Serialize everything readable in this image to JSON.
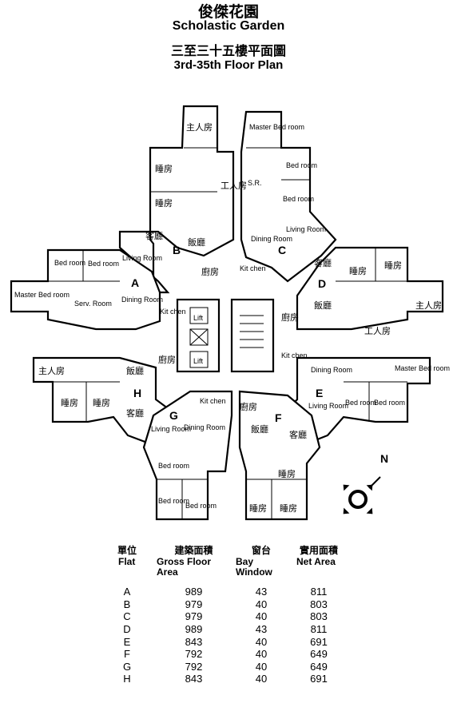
{
  "header": {
    "name_zh": "俊傑花園",
    "name_en": "Scholastic Garden",
    "floor_zh": "三至三十五樓平面圖",
    "floor_en": "3rd-35th Floor Plan"
  },
  "plan": {
    "flat_letters": [
      "A",
      "B",
      "C",
      "D",
      "E",
      "F",
      "G",
      "H"
    ],
    "lift_label": "Lift",
    "rooms": {
      "master_bed_en": "Master Bed room",
      "master_bed_zh": "主人房",
      "bed_en": "Bed room",
      "bed_zh": "睡房",
      "living_en": "Living Room",
      "living_zh": "客廳",
      "dining_en": "Dining Room",
      "dining_zh": "飯廳",
      "kitchen_en": "Kit chen",
      "kitchen_zh": "廚房",
      "serv_en": "Serv. Room",
      "serv_zh": "工人房",
      "sr": "S.R."
    },
    "compass_label": "N"
  },
  "table": {
    "headers": [
      {
        "zh": "單位",
        "en": "Flat"
      },
      {
        "zh": "建築面積",
        "en": "Gross Floor Area"
      },
      {
        "zh": "窗台",
        "en": "Bay Window"
      },
      {
        "zh": "實用面積",
        "en": "Net Area"
      }
    ],
    "rows": [
      {
        "flat": "A",
        "gross": "989",
        "bay": "43",
        "net": "811"
      },
      {
        "flat": "B",
        "gross": "979",
        "bay": "40",
        "net": "803"
      },
      {
        "flat": "C",
        "gross": "979",
        "bay": "40",
        "net": "803"
      },
      {
        "flat": "D",
        "gross": "989",
        "bay": "43",
        "net": "811"
      },
      {
        "flat": "E",
        "gross": "843",
        "bay": "40",
        "net": "691"
      },
      {
        "flat": "F",
        "gross": "792",
        "bay": "40",
        "net": "649"
      },
      {
        "flat": "G",
        "gross": "792",
        "bay": "40",
        "net": "649"
      },
      {
        "flat": "H",
        "gross": "843",
        "bay": "40",
        "net": "691"
      }
    ]
  }
}
